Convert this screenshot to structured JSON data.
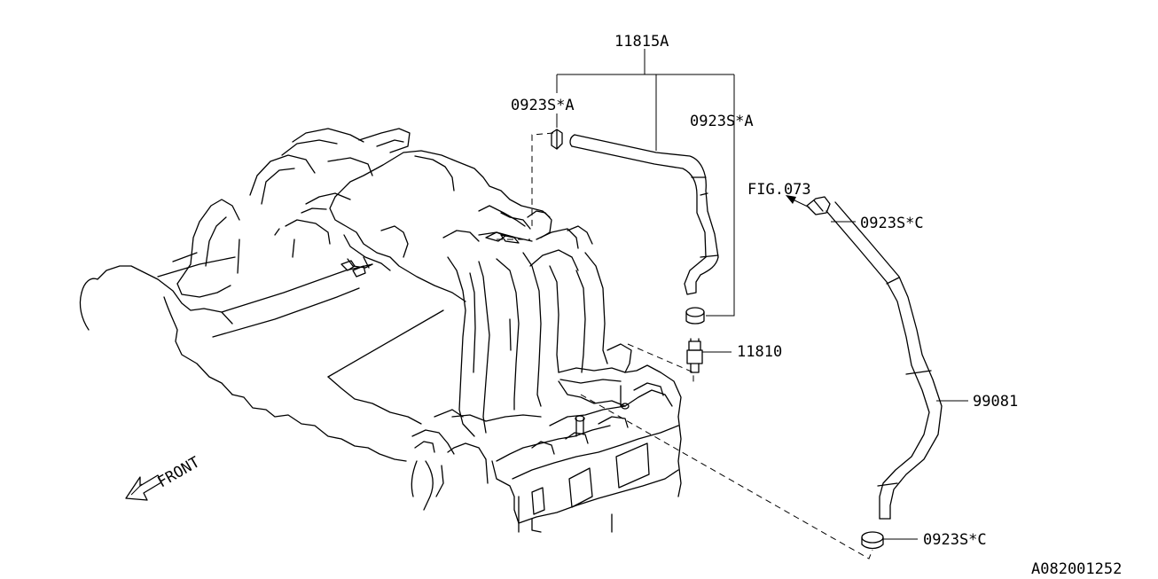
{
  "labels": {
    "hose_set": "11815A",
    "clamp_a_left": "0923S*A",
    "clamp_a_right": "0923S*A",
    "fig_ref": "FIG.073",
    "clamp_c_top": "0923S*C",
    "pcv_valve": "11810",
    "hose_long": "99081",
    "clamp_c_bottom": "0923S*C",
    "front": "FRONT"
  },
  "diagram_code": "A082001252",
  "icons": [
    "front-arrow-icon",
    "fig-ref-arrow-icon"
  ]
}
